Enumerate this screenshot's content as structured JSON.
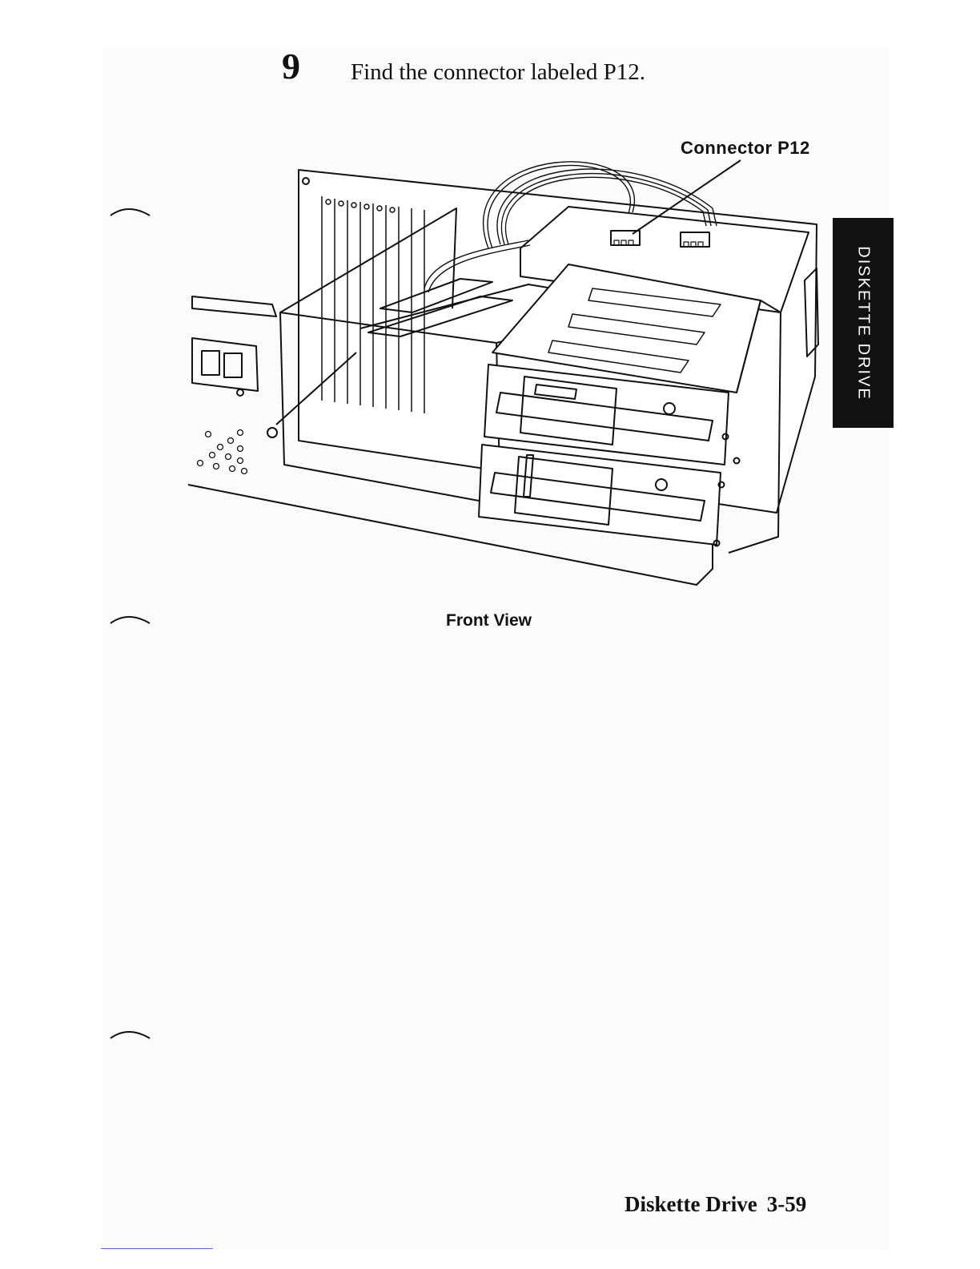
{
  "step": {
    "number": "9",
    "text": "Find the connector labeled P12."
  },
  "figure": {
    "callout": "Connector P12",
    "caption": "Front View"
  },
  "side_tab": {
    "label": "DISKETTE DRIVE"
  },
  "footer": {
    "section": "Diskette Drive",
    "page": "3-59"
  }
}
